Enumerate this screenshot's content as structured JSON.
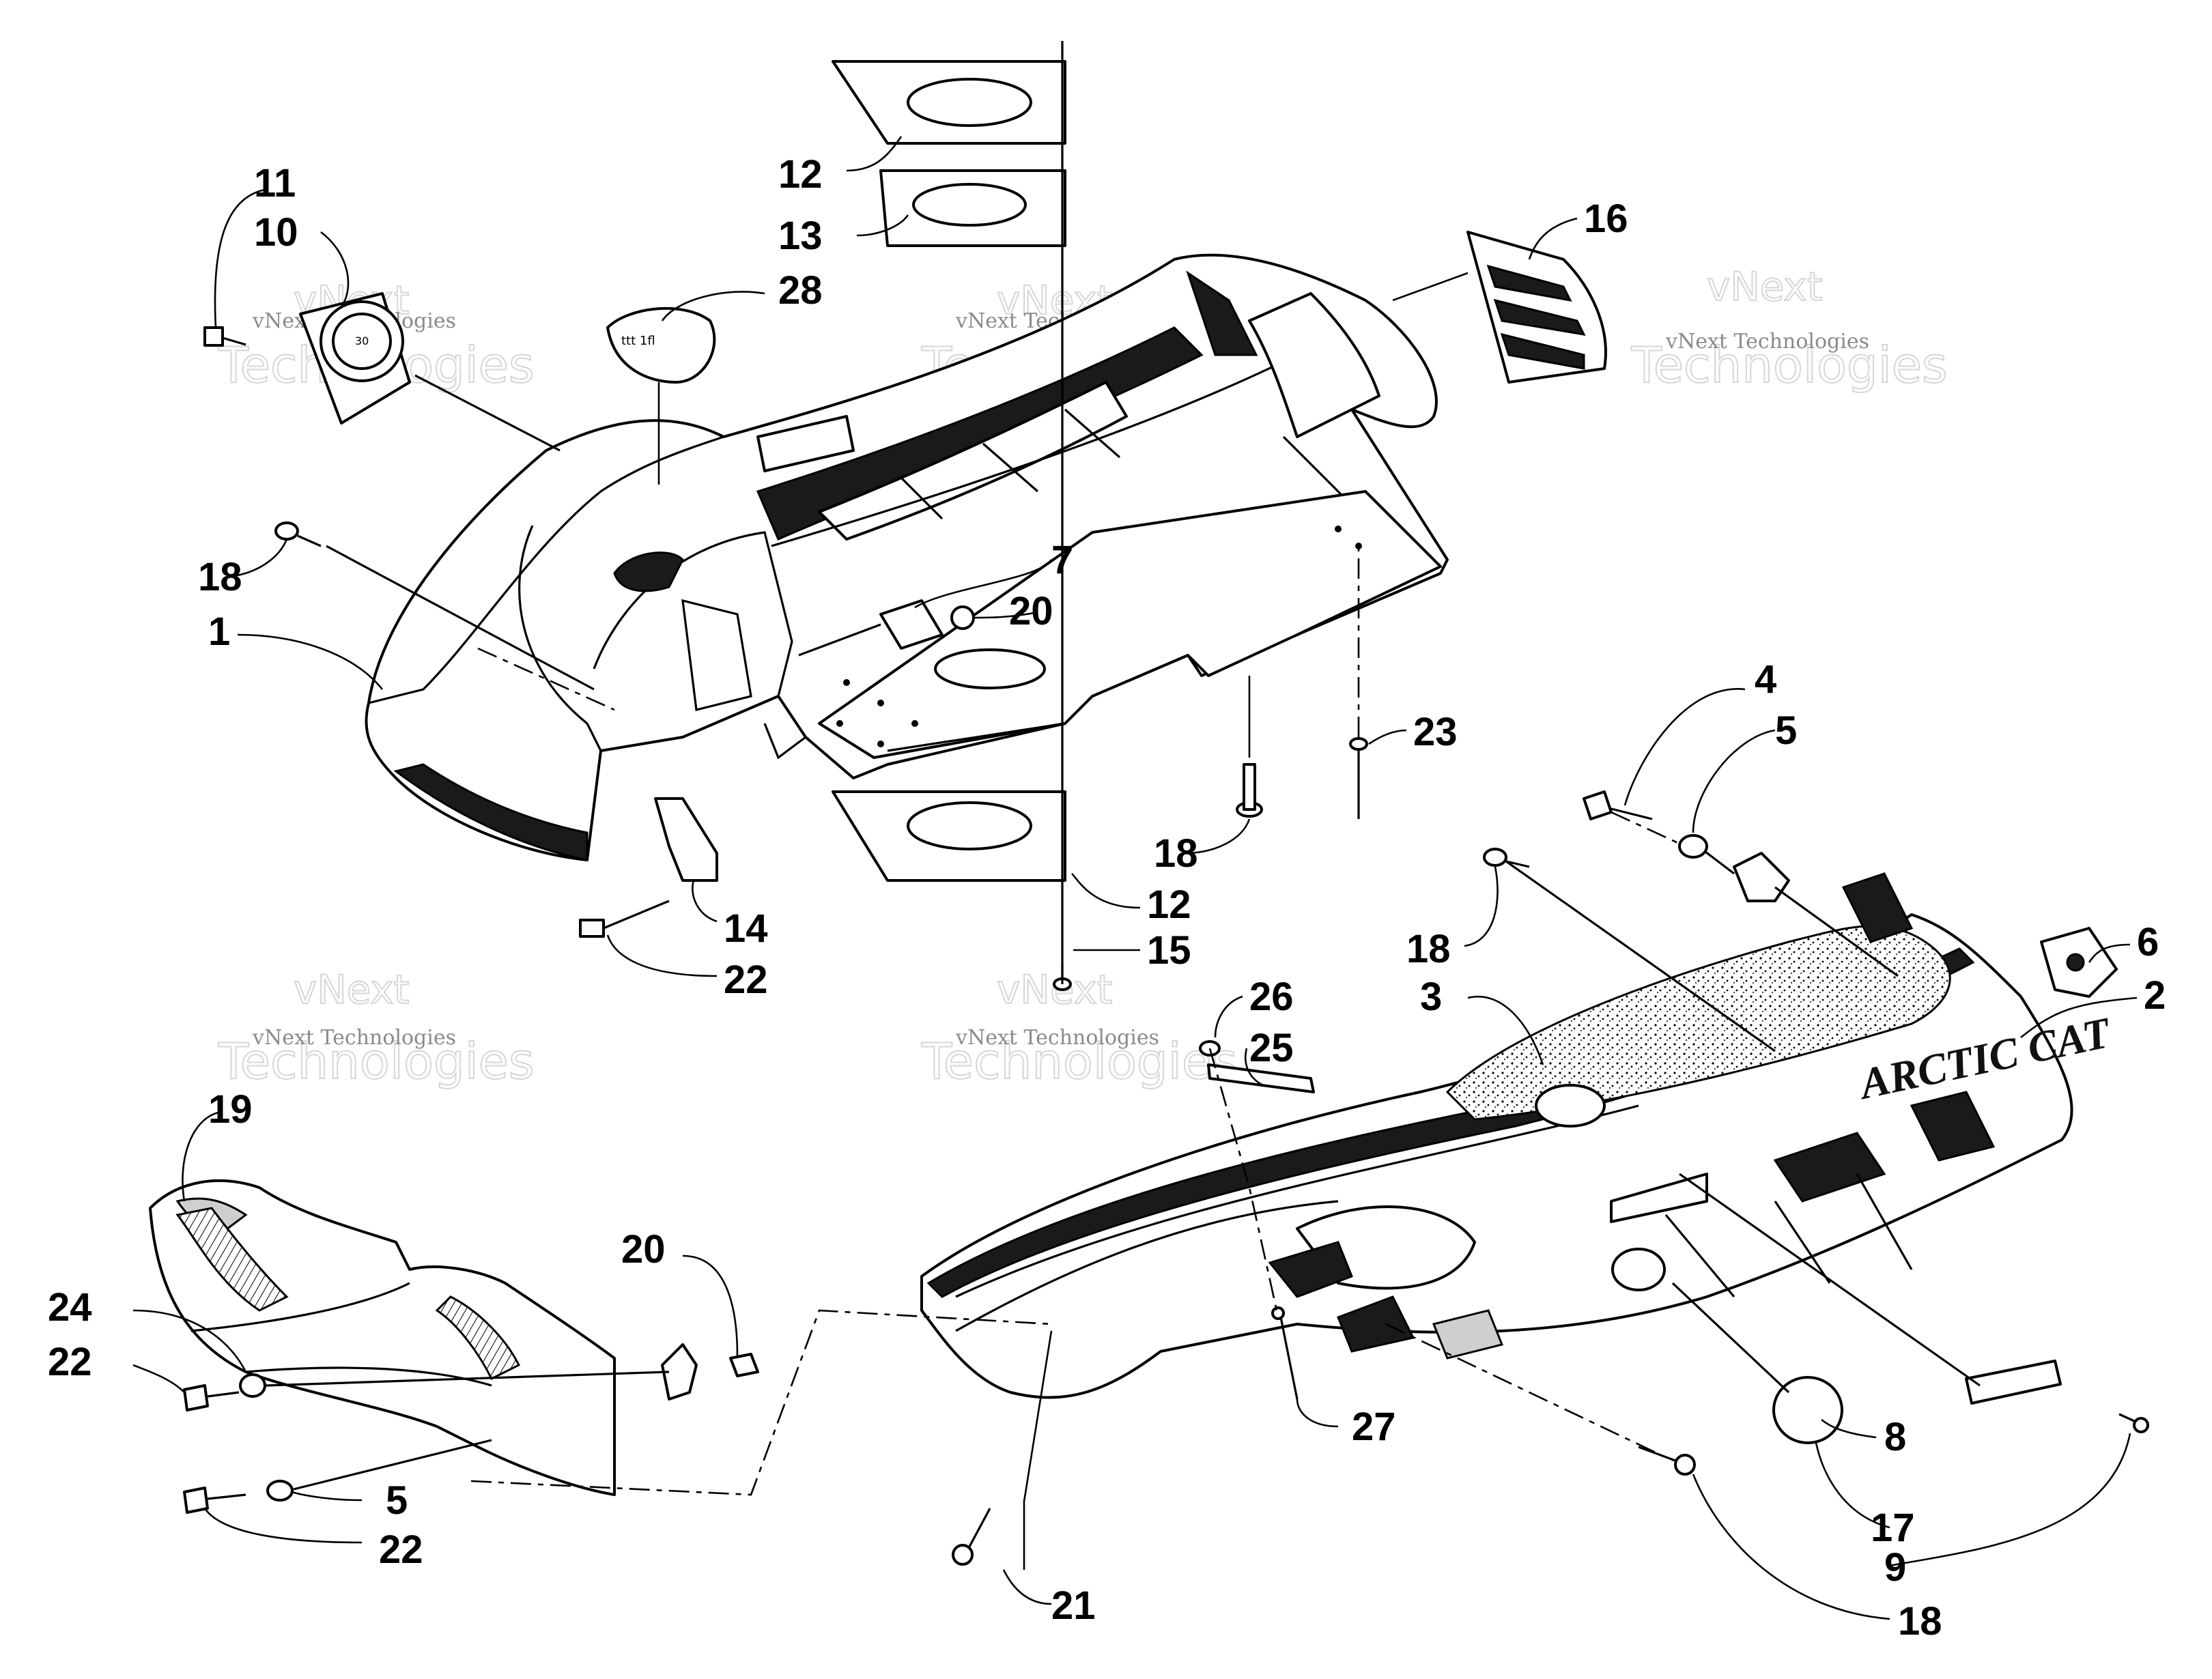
{
  "brand_text": "ARCTIC CAT",
  "watermark": {
    "line1": "vNext",
    "line2": "Technologies",
    "caption": "vNext Technologies"
  },
  "callouts": [
    {
      "id": "c11a",
      "text": "11"
    },
    {
      "id": "c10",
      "text": "10"
    },
    {
      "id": "c28",
      "text": "28"
    },
    {
      "id": "c12a",
      "text": "12"
    },
    {
      "id": "c13",
      "text": "13"
    },
    {
      "id": "c16",
      "text": "16"
    },
    {
      "id": "c18a",
      "text": "18"
    },
    {
      "id": "c1",
      "text": "1"
    },
    {
      "id": "c7",
      "text": "7"
    },
    {
      "id": "c20a",
      "text": "20"
    },
    {
      "id": "c23",
      "text": "23"
    },
    {
      "id": "c18b",
      "text": "18"
    },
    {
      "id": "c12b",
      "text": "12"
    },
    {
      "id": "c14",
      "text": "14"
    },
    {
      "id": "c22a",
      "text": "22"
    },
    {
      "id": "c15",
      "text": "15"
    },
    {
      "id": "c4",
      "text": "4"
    },
    {
      "id": "c5a",
      "text": "5"
    },
    {
      "id": "c18c",
      "text": "18"
    },
    {
      "id": "c6",
      "text": "6"
    },
    {
      "id": "c2",
      "text": "2"
    },
    {
      "id": "c3",
      "text": "3"
    },
    {
      "id": "c26",
      "text": "26"
    },
    {
      "id": "c25",
      "text": "25"
    },
    {
      "id": "c19",
      "text": "19"
    },
    {
      "id": "c20b",
      "text": "20"
    },
    {
      "id": "c24",
      "text": "24"
    },
    {
      "id": "c22b",
      "text": "22"
    },
    {
      "id": "c5b",
      "text": "5"
    },
    {
      "id": "c22c",
      "text": "22"
    },
    {
      "id": "c27",
      "text": "27"
    },
    {
      "id": "c21",
      "text": "21"
    },
    {
      "id": "c8",
      "text": "8"
    },
    {
      "id": "c17",
      "text": "17"
    },
    {
      "id": "c9",
      "text": "9"
    },
    {
      "id": "c18d",
      "text": "18"
    }
  ]
}
